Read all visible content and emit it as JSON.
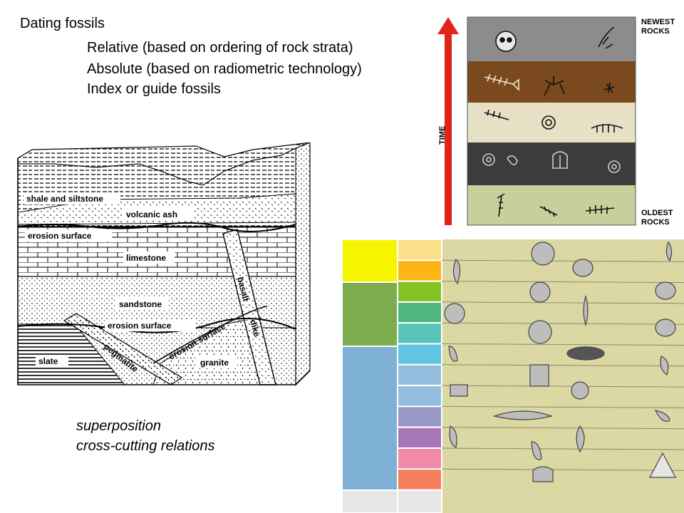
{
  "slide": {
    "title": "Dating fossils",
    "bullets": [
      "Relative (based on ordering of rock strata)",
      "Absolute (based on radiometric technology)",
      "Index or guide fossils"
    ],
    "principles": [
      "superposition",
      "cross-cutting relations"
    ]
  },
  "block_diagram": {
    "layers": {
      "shale": "shale and siltstone",
      "ash": "volcanic ash",
      "erosion_upper": "erosion surface",
      "limestone": "limestone",
      "sandstone": "sandstone",
      "erosion_lower": "erosion surface",
      "erosion_diagonal": "erosion surface",
      "slate": "slate",
      "pegmatite": "pegmatite",
      "granite": "granite",
      "basalt": "basalt",
      "dike": "dike"
    }
  },
  "time_column": {
    "axis_label": "TIME",
    "top_label_line1": "NEWEST",
    "top_label_line2": "ROCKS",
    "bottom_label_line1": "OLDEST",
    "bottom_label_line2": "ROCKS",
    "band_colors": [
      "#8c8c8c",
      "#7a4a1e",
      "#e6e0c4",
      "#3c3c3c",
      "#c8cf9c"
    ],
    "arrow_color": "#e0241b"
  },
  "index_chart": {
    "background": "#dbd8a4",
    "era_colors": [
      "#f6f500",
      "#7dac4e",
      "#7fb1d6",
      "#e6e6e6"
    ],
    "period_colors": [
      "#fde08a",
      "#fcb514",
      "#85c224",
      "#4fb67e",
      "#5bc4b8",
      "#5fc5e0",
      "#94bcdc",
      "#93bddf",
      "#9898c8",
      "#a876b8",
      "#f08aa8",
      "#f57d5c"
    ]
  }
}
